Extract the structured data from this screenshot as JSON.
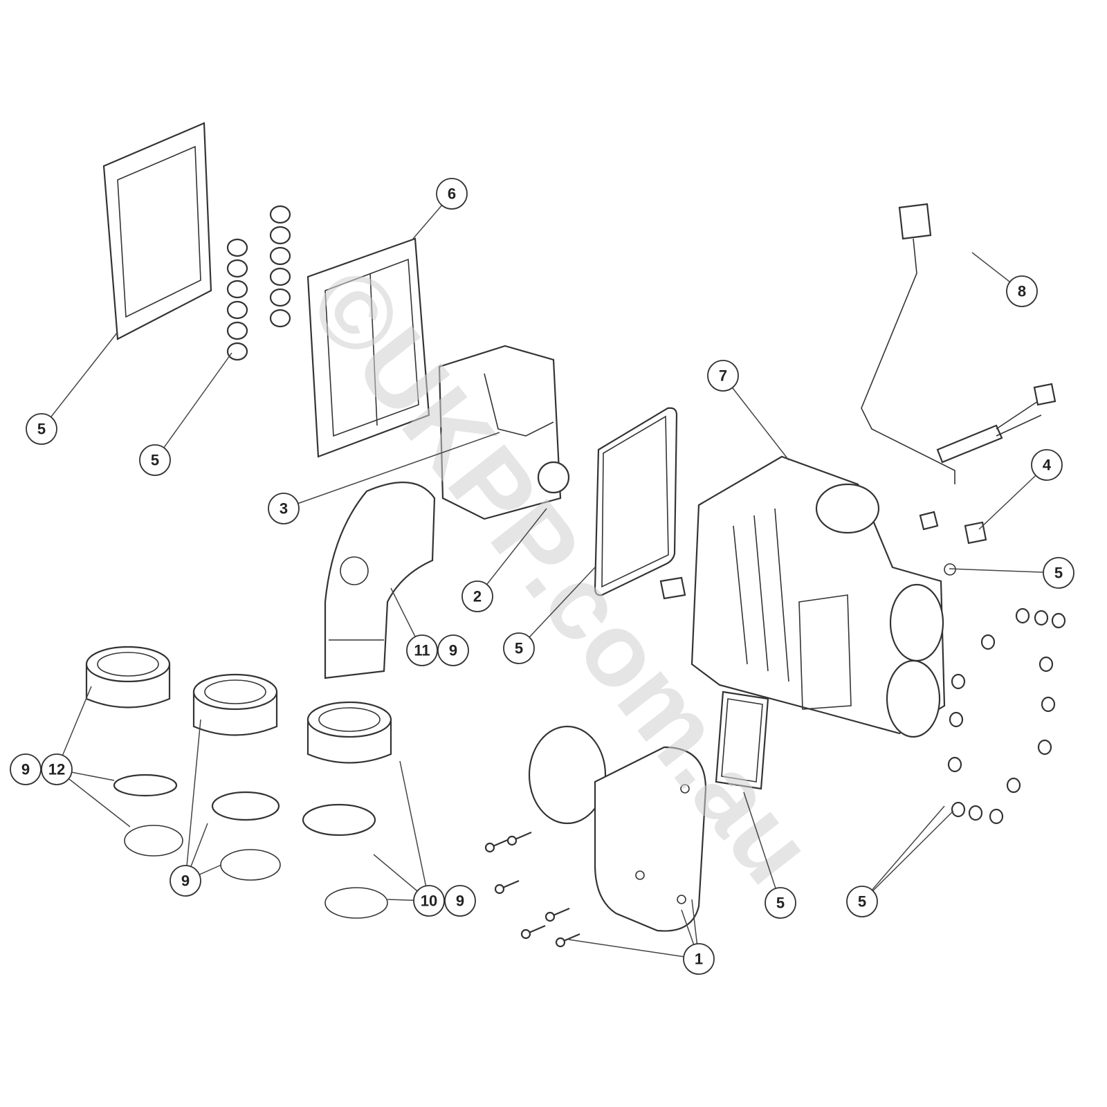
{
  "diagram": {
    "title": "Exploded parts diagram",
    "watermark": "©UKPP.com.au",
    "callouts": [
      "5",
      "5",
      "6",
      "3",
      "2",
      "11",
      "9",
      "5",
      "7",
      "8",
      "4",
      "5",
      "9",
      "12",
      "9",
      "10",
      "9",
      "1",
      "5",
      "5"
    ]
  },
  "colors": {
    "line": "#333333",
    "background": "#ffffff",
    "watermark": "#d0d0d0"
  }
}
